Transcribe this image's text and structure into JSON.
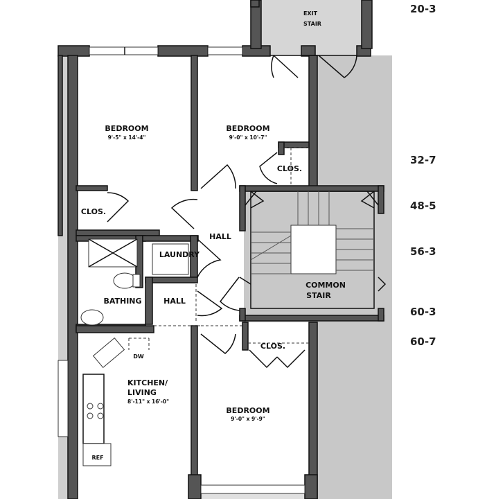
{
  "rooms": {
    "exit_stair": {
      "line1": "EXIT",
      "line2": "STAIR"
    },
    "bedroom_1": {
      "name": "BEDROOM",
      "dims": "9'-5\" x 14'-4\""
    },
    "bedroom_2": {
      "name": "BEDROOM",
      "dims": "9'-0\" x 10'-7\""
    },
    "bedroom_3": {
      "name": "BEDROOM",
      "dims": "9'-0\" x 9'-9\""
    },
    "closet_1": {
      "name": "CLOS."
    },
    "closet_2": {
      "name": "CLOS."
    },
    "closet_3": {
      "name": "CLOS."
    },
    "hall_1": {
      "name": "HALL"
    },
    "hall_2": {
      "name": "HALL"
    },
    "laundry": {
      "name": "LAUNDRY"
    },
    "bathing": {
      "name": "BATHING"
    },
    "kitchen": {
      "line1": "KITCHEN/",
      "line2": "LIVING",
      "dims": "8'-11\" x 16'-0\""
    },
    "common_stair": {
      "line1": "COMMON",
      "line2": "STAIR"
    },
    "dishwasher": {
      "name": "DW"
    },
    "refrigerator": {
      "name": "REF"
    }
  },
  "elevations": [
    "20-3",
    "32-7",
    "48-5",
    "56-3",
    "60-3",
    "60-7"
  ],
  "colors": {
    "wall": "#555555",
    "shade": "#c8c8c8",
    "ink": "#111111"
  }
}
